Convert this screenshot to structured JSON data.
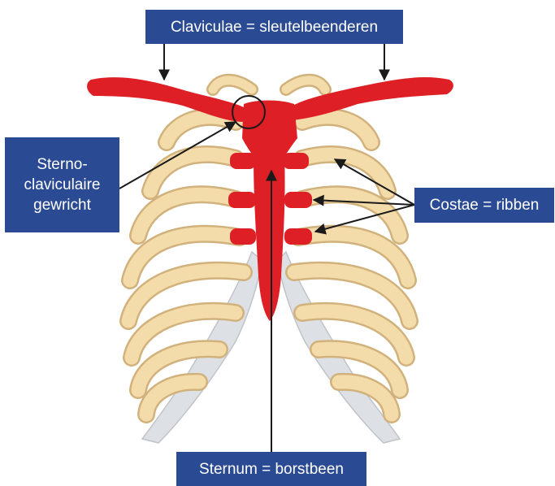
{
  "colors": {
    "label_background": "#2a4a93",
    "label_text": "#ffffff",
    "bone": "#f4dcaa",
    "bone_outline": "#d2b27c",
    "cartilage": "#dde0e4",
    "highlight_bone": "#de1f26",
    "pointer_line": "#1a1a1a"
  },
  "labels": {
    "clavicle": "Claviculae = sleutelbeenderen",
    "sternoclavicular_lines": [
      "Sterno-",
      "claviculaire",
      "gewricht"
    ],
    "costae": "Costae = ribben",
    "sternum": "Sternum = borstbeen"
  }
}
